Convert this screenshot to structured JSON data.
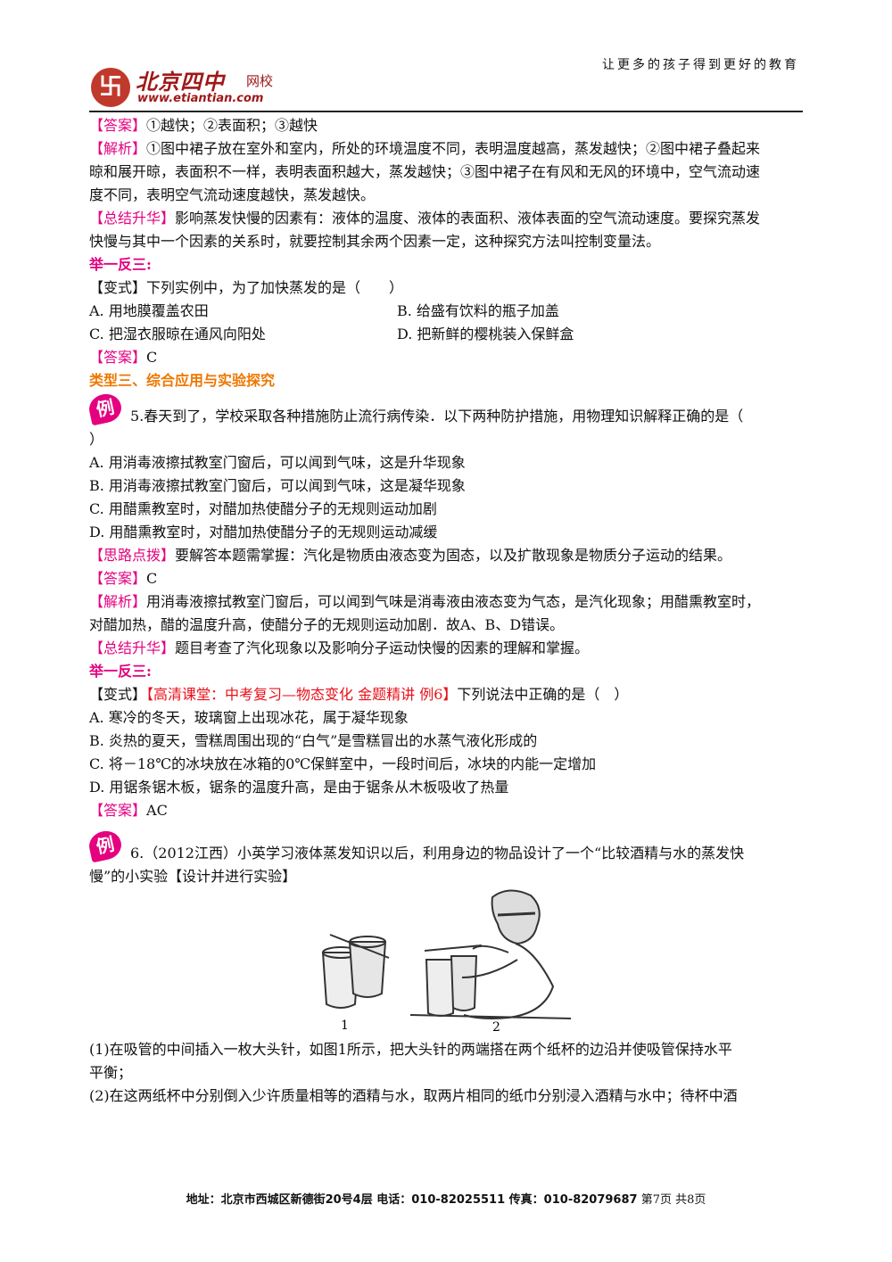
{
  "header": {
    "logo_char": "卐",
    "logo_name": "北京四中",
    "logo_sub": "网校",
    "logo_url": "www.etiantian.com",
    "slogan": "让更多的孩子得到更好的教育"
  },
  "lines": {
    "l1_tag": "【答案】",
    "l1_text": "①越快；②表面积；③越快",
    "l2_tag": "【解析】",
    "l2_text": "①图中裙子放在室外和室内，所处的环境温度不同，表明温度越高，蒸发越快；②图中裙子叠起来",
    "l3_text": "晾和展开晾，表面积不一样，表明表面积越大，蒸发越快；③图中裙子在有风和无风的环境中，空气流动速",
    "l4_text": "度不同，表明空气流动速度越快，蒸发越快。",
    "l5_tag": "【总结升华】",
    "l5_text": "影响蒸发快慢的因素有：液体的温度、液体的表面积、液体表面的空气流动速度。要探究蒸发",
    "l6_text": "快慢与其中一个因素的关系时，就要控制其余两个因素一定，这种探究方法叫控制变量法。",
    "l7_text": "举一反三:",
    "l8_text": "【变式】下列实例中，为了加快蒸发的是（　　）",
    "l9a": "A. 用地膜覆盖农田",
    "l9b": "B. 给盛有饮料的瓶子加盖",
    "l10a": "C. 把湿衣服晾在通风向阳处",
    "l10b": "D. 把新鲜的樱桃装入保鲜盒",
    "l11_tag": "【答案】",
    "l11_text": "C",
    "type3_title": "类型三、综合应用与实验探究",
    "ex_badge": "例",
    "ex5_text": "5.春天到了，学校采取各种措施防止流行病传染．以下两种防护措施，用物理知识解释正确的是（",
    "ex5_cont": "）",
    "q5a": "A. 用消毒液擦拭教室门窗后，可以闻到气味，这是升华现象",
    "q5b": "B. 用消毒液擦拭教室门窗后，可以闻到气味，这是凝华现象",
    "q5c": "C. 用醋熏教室时，对醋加热使醋分子的无规则运动加剧",
    "q5d": "D. 用醋熏教室时，对醋加热使醋分子的无规则运动减缓",
    "s_tag": "【思路点拨】",
    "s_text": "要解答本题需掌握：汽化是物质由液态变为固态，以及扩散现象是物质分子运动的结果。",
    "a5_tag": "【答案】",
    "a5_text": "C",
    "j5_tag": "【解析】",
    "j5_text": "用消毒液擦拭教室门窗后，可以闻到气味是消毒液由液态变为气态，是汽化现象；用醋熏教室时，",
    "j5_cont": "对醋加热，醋的温度升高，使醋分子的无规则运动加剧．故A、B、D错误。",
    "z5_tag": "【总结升华】",
    "z5_text": "题目考查了汽化现象以及影响分子运动快慢的因素的理解和掌握。",
    "jyfs2": "举一反三:",
    "bs2_tag": "【变式】",
    "bs2_red": "【高清课堂：中考复习—物态变化 金题精讲 例6】",
    "bs2_text": "下列说法中正确的是（　）",
    "v_a": "A. 寒冷的冬天，玻璃窗上出现冰花，属于凝华现象",
    "v_b": "B. 炎热的夏天，雪糕周围出现的“白气”是雪糕冒出的水蒸气液化形成的",
    "v_c": "C. 将－18℃的冰块放在冰箱的0℃保鲜室中，一段时间后，冰块的内能一定增加",
    "v_d": "D. 用锯条锯木板，锯条的温度升高，是由于锯条从木板吸收了热量",
    "av_tag": "【答案】",
    "av_text": "AC",
    "ex6_text": "6.（2012江西）小英学习液体蒸发知识以后，利用身边的物品设计了一个“比较酒精与水的蒸发快",
    "ex6_cont": "慢”的小实验【设计并进行实验】",
    "fig1": "1",
    "fig2": "2",
    "p1": "(1)在吸管的中间插入一枚大头针，如图1所示，把大头针的两端搭在两个纸杯的边沿并使吸管保持水平",
    "p1_cont": "平衡；",
    "p2": "(2)在这两纸杯中分别倒入少许质量相等的酒精与水，取两片相同的纸巾分别浸入酒精与水中；待杯中酒"
  },
  "footer": {
    "address": "地址：北京市西城区新德街20号4层 电话：010-82025511 传真：010-82079687",
    "page": "第7页  共8页"
  }
}
